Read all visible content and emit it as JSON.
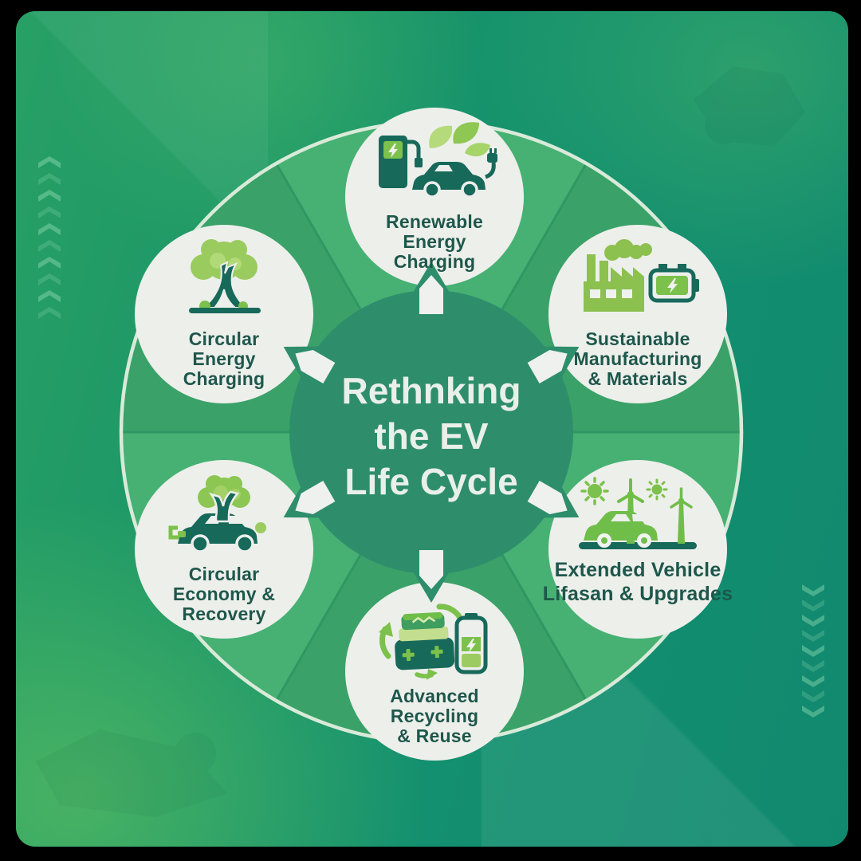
{
  "infographic": {
    "title_lines": [
      "Rethnking",
      "the EV",
      "Life Cycle"
    ],
    "nodes": [
      {
        "id": "renewable-energy-charging",
        "icon": "ev-charging-car-leaves-icon",
        "lines": [
          "Renewable",
          "Energy",
          "Charging"
        ]
      },
      {
        "id": "sustainable-manufacturing-materials",
        "icon": "factory-battery-icon",
        "lines": [
          "Sustainable",
          "Manufacturing",
          "& Materials"
        ]
      },
      {
        "id": "extended-vehicle-lifespan-upgrades",
        "icon": "car-wind-turbines-sun-icon",
        "lines": [
          "Extended Vehicle",
          "Lifasan & Upgrades"
        ]
      },
      {
        "id": "advanced-recycling-reuse",
        "icon": "battery-recycling-icon",
        "lines": [
          "Advanced",
          "Recycling",
          "& Reuse"
        ]
      },
      {
        "id": "circular-economy-recovery",
        "icon": "tree-growing-car-icon",
        "lines": [
          "Circular",
          "Economy &",
          "Recovery"
        ]
      },
      {
        "id": "circular-energy-charging",
        "icon": "tree-icon",
        "lines": [
          "Circular",
          "Energy",
          "Charging"
        ]
      }
    ],
    "colors": {
      "background_teal": "#11896f",
      "background_green": "#28a065",
      "wheel_green": "#3aa268",
      "wheel_green_light": "#46b173",
      "hub_green": "#2e8e6c",
      "node_circle_fill": "#edefeb",
      "icon_dark_teal": "#17695a",
      "icon_green": "#7cc14b",
      "icon_light_green": "#a9d36f",
      "label_text": "#1e574b",
      "title_text": "#e9efe9"
    }
  }
}
